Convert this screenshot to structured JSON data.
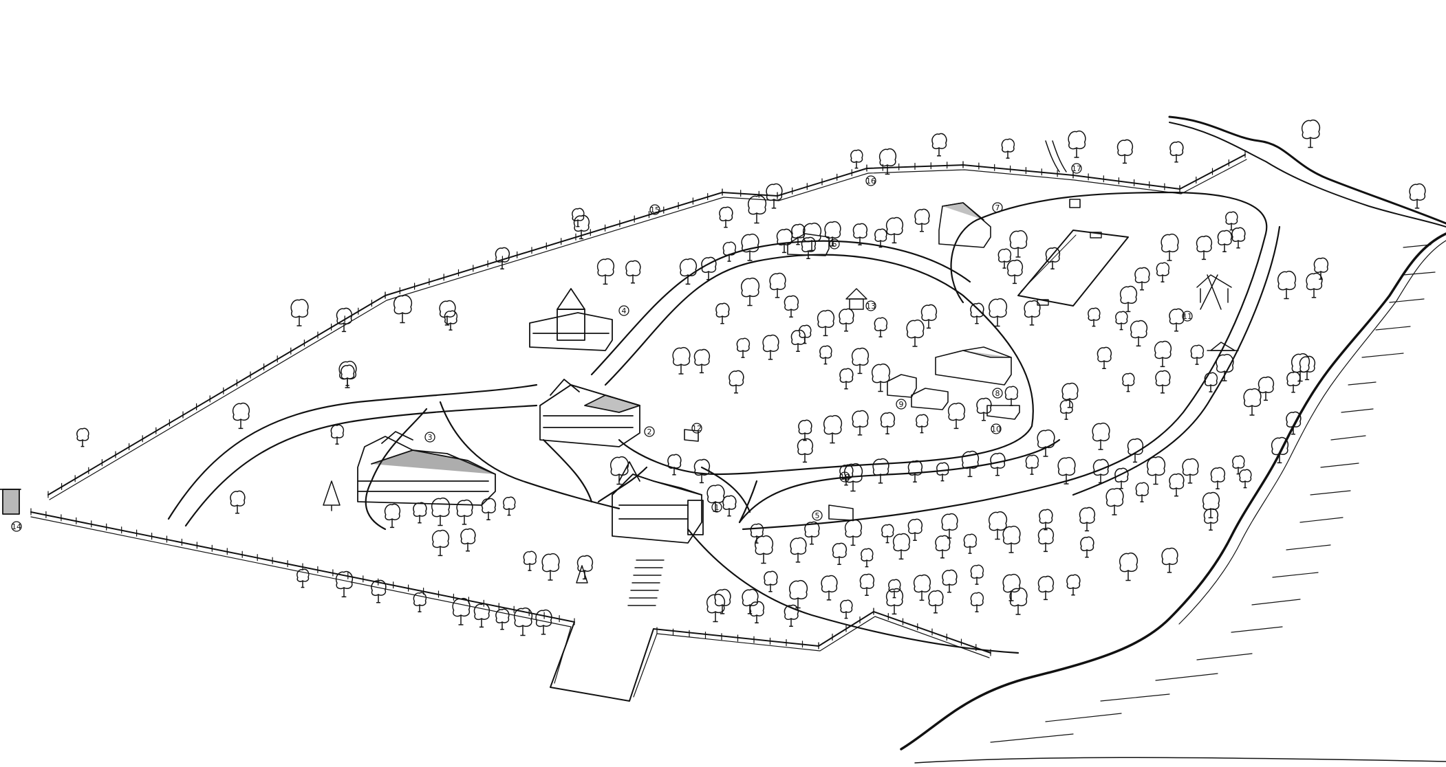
{
  "map": {
    "ink_color": "#111111",
    "paper_color": "#ffffff",
    "style": "hand-drawn pen illustration, bird's-eye estate plan"
  },
  "markers": [
    {
      "id": "m1",
      "label": "1"
    },
    {
      "id": "m2",
      "label": "2"
    },
    {
      "id": "m3",
      "label": "3"
    },
    {
      "id": "m4",
      "label": "4"
    },
    {
      "id": "m5",
      "label": "5"
    },
    {
      "id": "m6",
      "label": "6"
    },
    {
      "id": "m7",
      "label": "7"
    },
    {
      "id": "m8",
      "label": "8"
    },
    {
      "id": "m9",
      "label": "9"
    },
    {
      "id": "m10",
      "label": "10"
    },
    {
      "id": "m11",
      "label": "11"
    },
    {
      "id": "m12",
      "label": "12"
    },
    {
      "id": "m13",
      "label": "13"
    },
    {
      "id": "m14",
      "label": "14"
    },
    {
      "id": "m15",
      "label": "15"
    },
    {
      "id": "m16",
      "label": "16"
    },
    {
      "id": "m17",
      "label": "17"
    },
    {
      "id": "m18",
      "label": "18"
    }
  ]
}
